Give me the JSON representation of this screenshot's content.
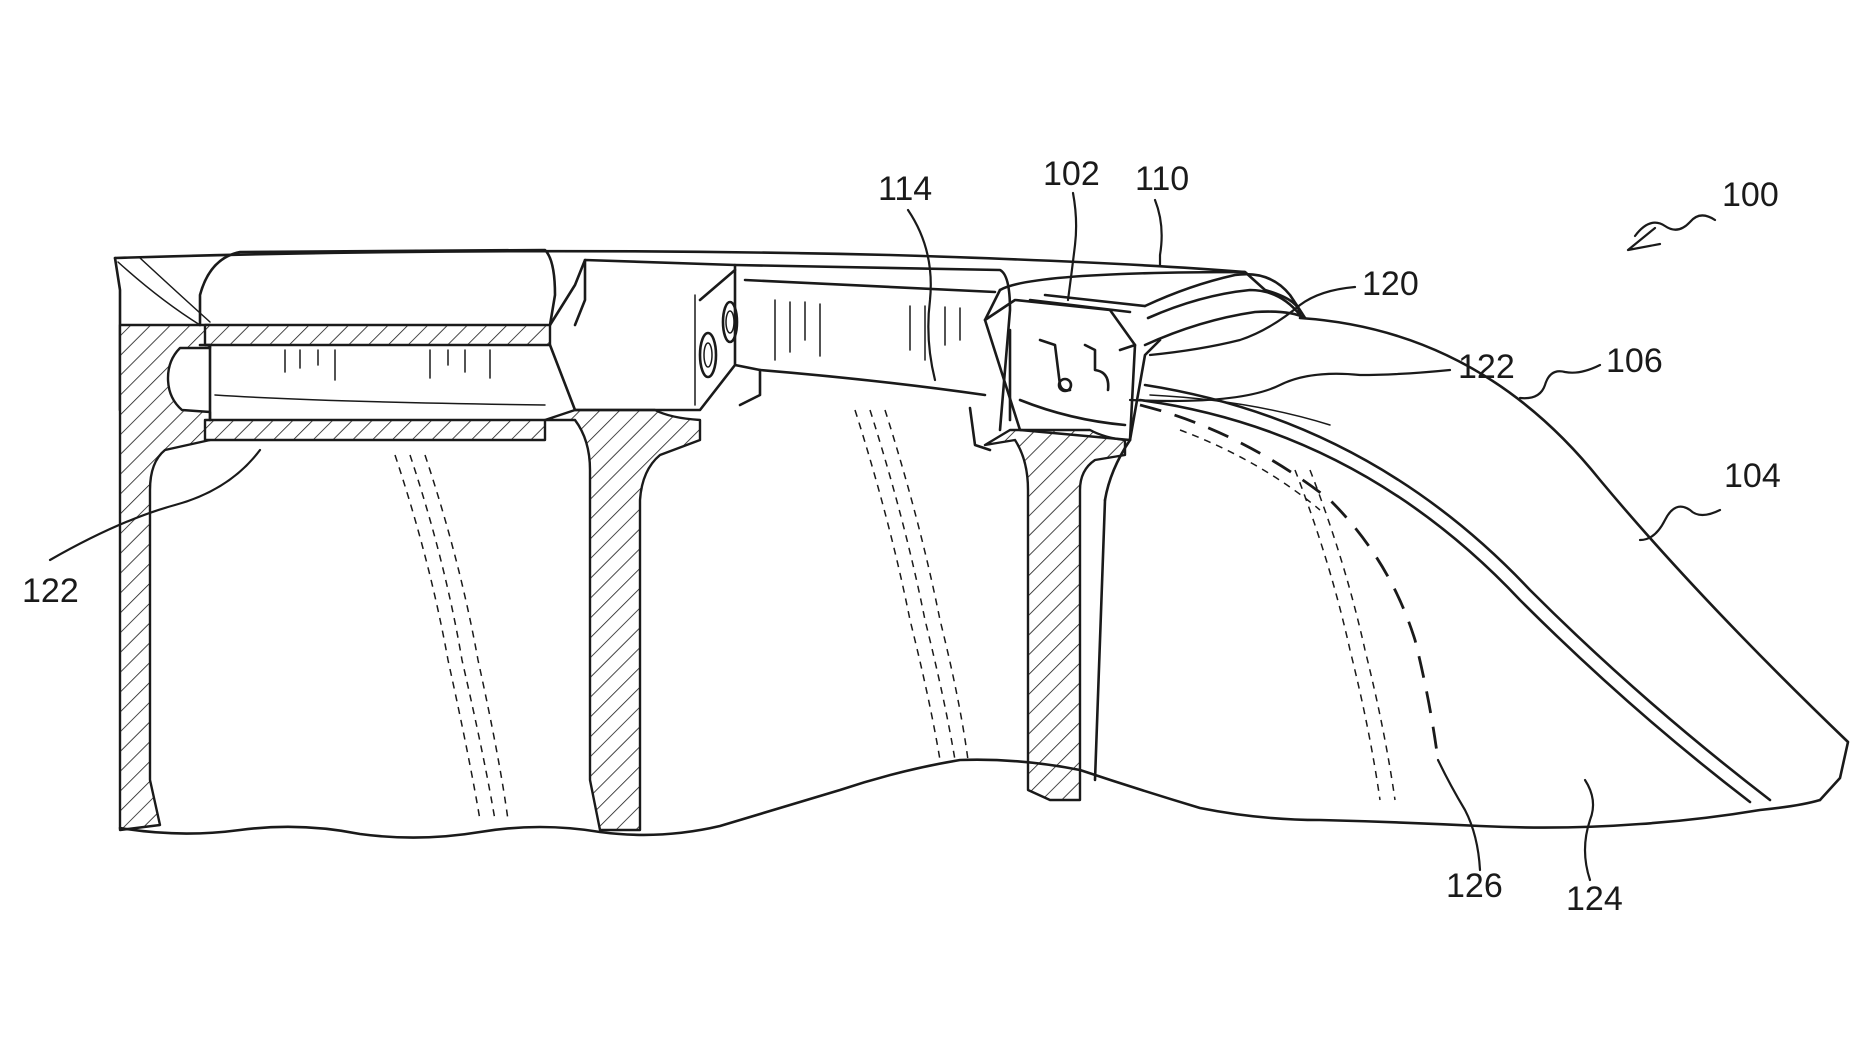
{
  "figure": {
    "type": "patent-line-drawing",
    "line_color": "#1a1a1a",
    "background": "#ffffff"
  },
  "labels": {
    "ref_100": "100",
    "ref_102": "102",
    "ref_104": "104",
    "ref_106": "106",
    "ref_110": "110",
    "ref_114": "114",
    "ref_120": "120",
    "ref_122_upper": "122",
    "ref_122_lower": "122",
    "ref_124": "124",
    "ref_126": "126"
  }
}
